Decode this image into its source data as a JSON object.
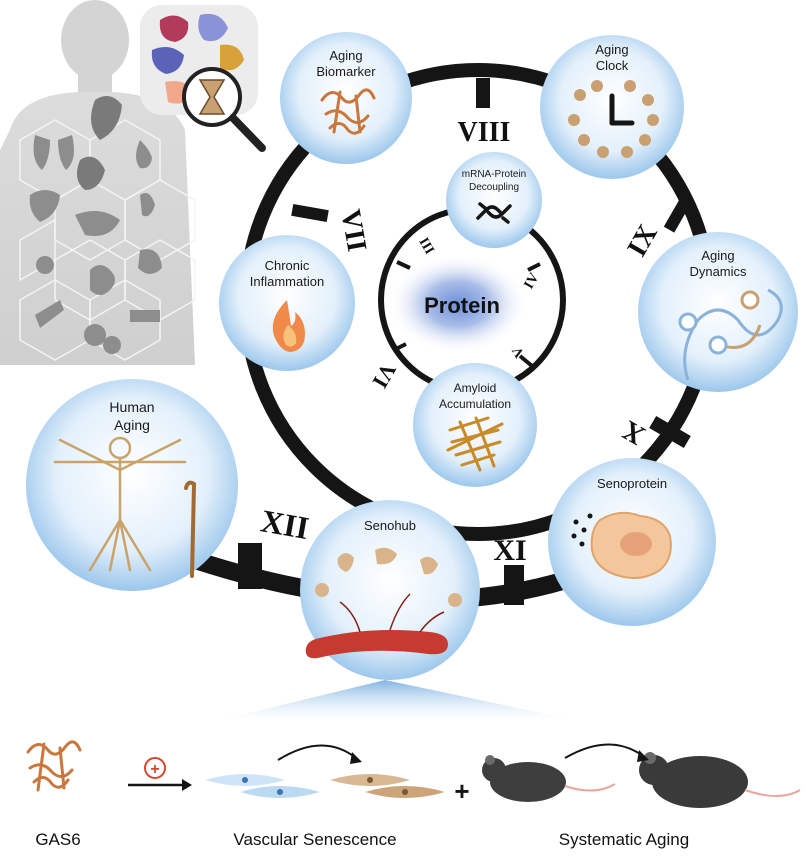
{
  "center": {
    "label": "Protein"
  },
  "inner_numerals": [
    "III",
    "IV",
    "V",
    "VI"
  ],
  "outer_numerals": [
    "VII",
    "VIII",
    "IX",
    "X",
    "XI",
    "XII"
  ],
  "bubbles": {
    "aging_biomarker": [
      "Aging",
      "Biomarker"
    ],
    "aging_clock": [
      "Aging",
      "Clock"
    ],
    "mrna_protein": [
      "mRNA-Protein",
      "Decoupling"
    ],
    "chronic_inflammation": [
      "Chronic",
      "Inflammation"
    ],
    "aging_dynamics": [
      "Aging",
      "Dynamics"
    ],
    "amyloid_accumulation": [
      "Amyloid",
      "Accumulation"
    ],
    "human_aging": [
      "Human",
      "Aging"
    ],
    "senoprotein": [
      "Senoprotein"
    ],
    "senohub": [
      "Senohub"
    ]
  },
  "bottom": {
    "gas6": "GAS6",
    "plus_symbol": "+",
    "add_symbol": "+",
    "vascular_senescence": "Vascular Senescence",
    "systematic_aging": "Systematic Aging"
  },
  "colors": {
    "bubble_edge": "#9cc7ec",
    "bubble_center": "#ffffff",
    "ring": "#151515",
    "protein_orange": "#c9773c",
    "tan": "#c8a072",
    "organ_gray": "#8d8d8d",
    "accent_red": "#d6462f"
  }
}
